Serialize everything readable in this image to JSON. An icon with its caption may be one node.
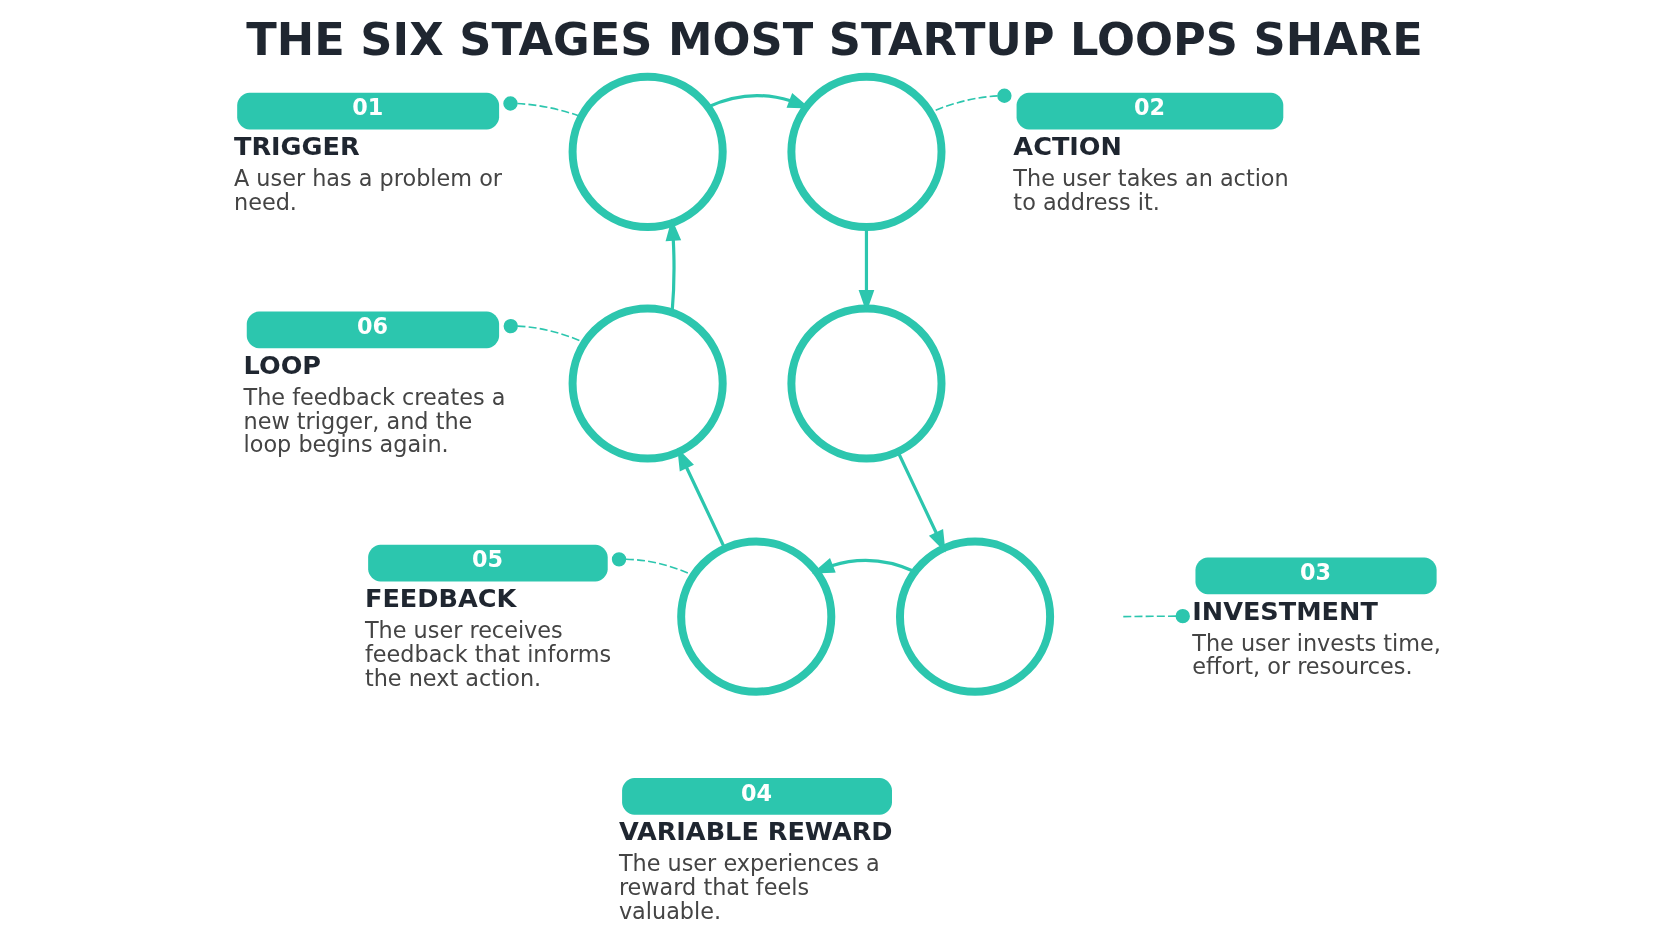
{
  "diagram": {
    "title": "THE SIX STAGES MOST STARTUP LOOPS SHARE",
    "nodes": [
      {
        "text": [
          "01",
          "TRIGGER",
          "A user has a problem or need."
        ]
      },
      {
        "text": [],
        "shape": "circle"
      },
      {
        "text": [],
        "shape": "circle"
      },
      {
        "text": [
          "02",
          "ACTION",
          "The user takes an action to address it."
        ]
      },
      {
        "text": [
          "06",
          "LOOP",
          "The feedback creates a new trigger, and the loop begins again."
        ]
      },
      {
        "text": [],
        "shape": "circle"
      },
      {
        "text": [],
        "shape": "circle"
      },
      {
        "text": [
          "05",
          "FEEDBACK",
          "The user receives feedback that informs the next action."
        ]
      },
      {
        "text": [],
        "shape": "circle"
      },
      {
        "text": [],
        "shape": "circle"
      },
      {
        "text": [
          "03",
          "INVESTMENT",
          "The user invests time, effort, or resources."
        ]
      },
      {
        "text": [
          "04",
          "VARIABLE REWARD",
          "The user experiences a reward that feels valuable."
        ]
      }
    ],
    "edges": [
      {
        "from": 1,
        "to": 2,
        "arrow": "to"
      },
      {
        "from": 2,
        "to": 6,
        "arrow": "to"
      },
      {
        "from": 6,
        "to": 9,
        "arrow": "to"
      },
      {
        "from": 9,
        "to": 8,
        "arrow": "to"
      },
      {
        "from": 8,
        "to": 5,
        "arrow": "to"
      },
      {
        "from": 5,
        "to": 1,
        "arrow": "to"
      },
      {
        "from": 0,
        "to": 1,
        "arrow": "other",
        "style": "dashed"
      },
      {
        "from": 3,
        "to": 2,
        "arrow": "other",
        "style": "dashed"
      },
      {
        "from": 4,
        "to": 5,
        "arrow": "other",
        "style": "dashed"
      },
      {
        "from": 7,
        "to": 8,
        "arrow": "other",
        "style": "dashed"
      },
      {
        "from": 10,
        "to": null,
        "arrow": "other",
        "style": "dashed"
      }
    ]
  }
}
